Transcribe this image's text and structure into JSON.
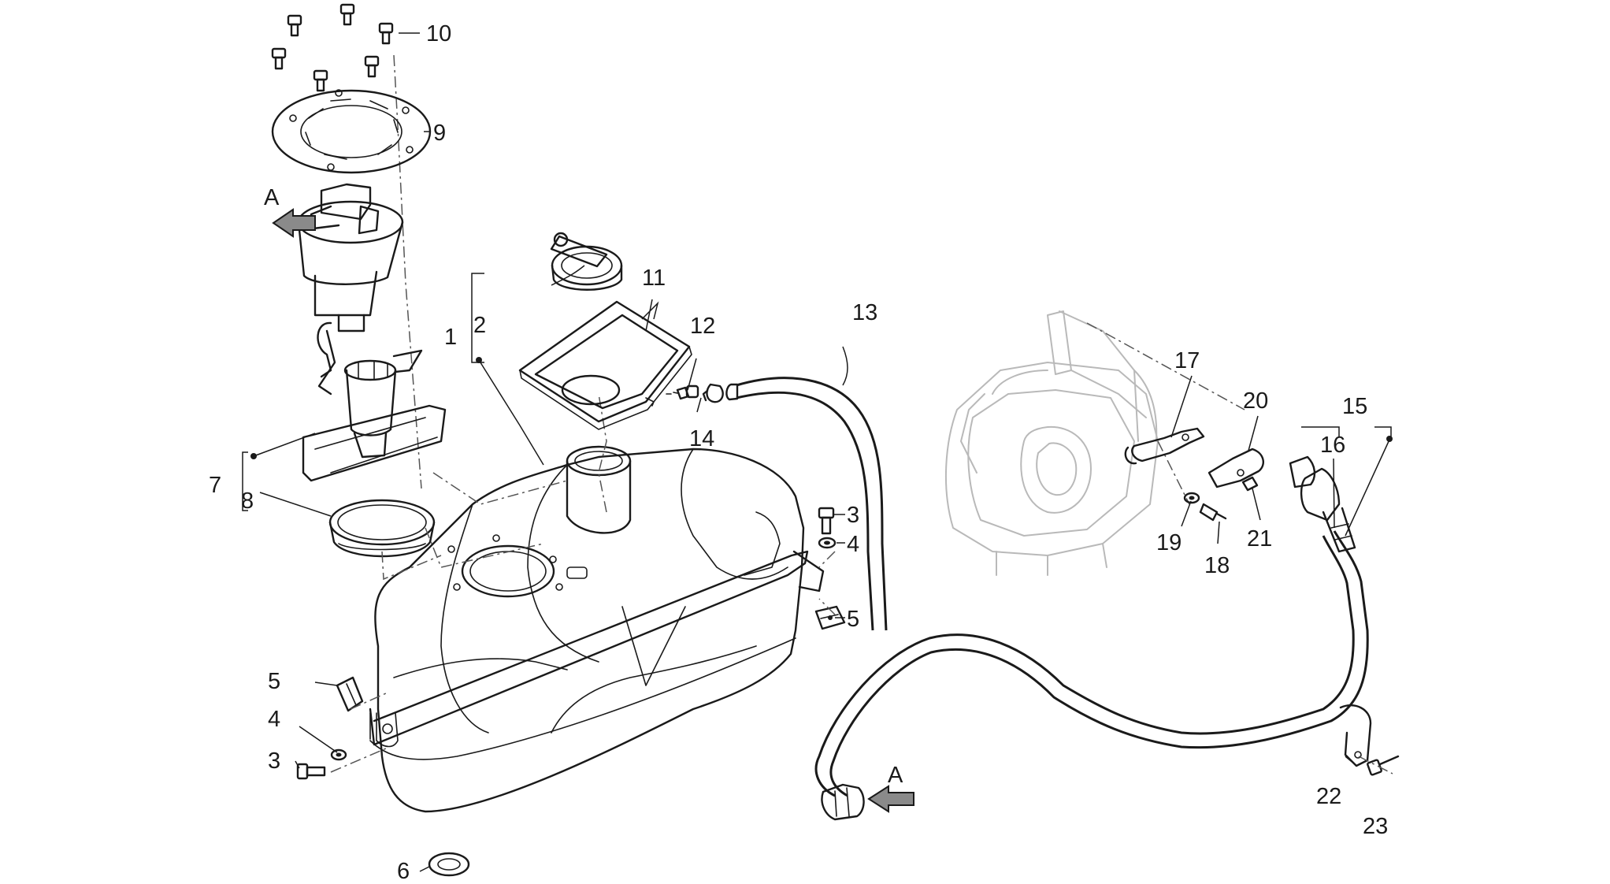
{
  "diagram": {
    "callouts": [
      "1",
      "2",
      "3",
      "4",
      "5",
      "6",
      "7",
      "8",
      "9",
      "10",
      "11",
      "12",
      "13",
      "14",
      "15",
      "16",
      "17",
      "18",
      "19",
      "20",
      "21",
      "22",
      "23"
    ],
    "arrow_label": "A"
  }
}
